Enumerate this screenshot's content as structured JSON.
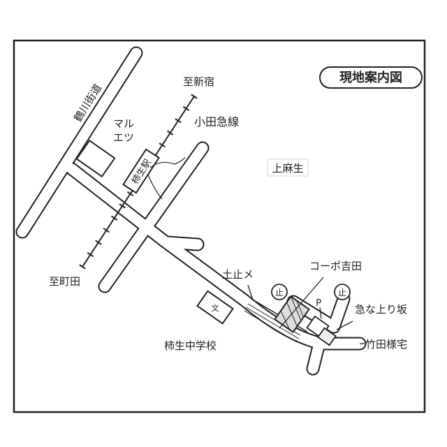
{
  "map": {
    "title": "現地案内図",
    "labels": {
      "to_shinjuku": "至新宿",
      "odakyu_line": "小田急線",
      "tsurukawa_kaido": "鶴川街道",
      "maruetsu_1": "マル",
      "maruetsu_2": "エツ",
      "kakio_station": "柿生駅",
      "kamiasao": "上麻生",
      "to_machida": "至町田",
      "retaining_wall": "土止メ",
      "corp_yoshida": "コーポ吉田",
      "stop_1": "止",
      "parking": "P",
      "stop_2": "止",
      "steep_slope": "急な上り坂",
      "takeda_house": "竹田様宅",
      "school_symbol": "文",
      "kakio_junior_high": "柿生中学校"
    },
    "colors": {
      "ink": "#222222",
      "paper": "#ffffff"
    }
  }
}
